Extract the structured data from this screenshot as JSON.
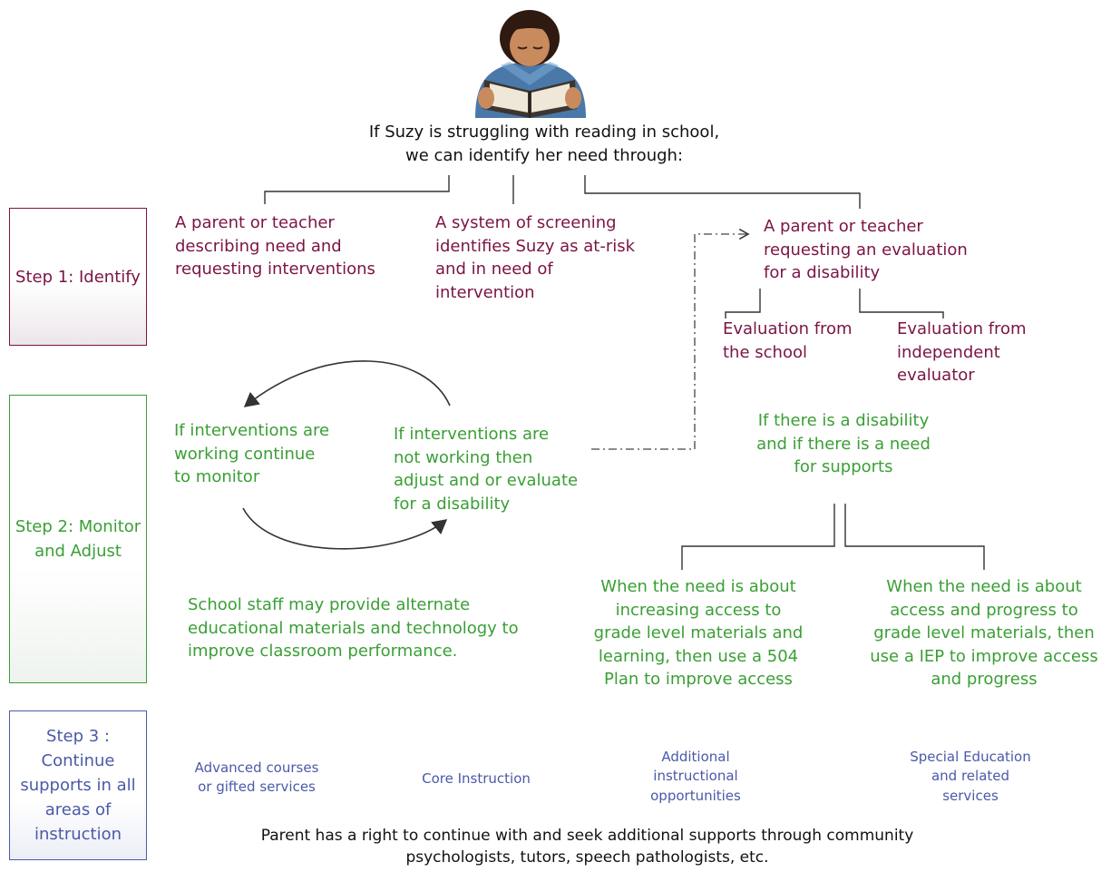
{
  "colors": {
    "identify": "#7b1445",
    "monitor": "#3a9f35",
    "continue": "#4a5aa8",
    "text": "#111111"
  },
  "illustration": {
    "name": "child-reading-book-illustration"
  },
  "intro": "If Suzy is struggling with reading in school,\nwe can identify her need through:",
  "steps": [
    "Step 1: Identify",
    "Step 2: Monitor\nand Adjust",
    "Step 3 :\nContinue\nsupports in all\nareas of\ninstruction"
  ],
  "identify": {
    "parent_teacher_interventions": "A parent or teacher\ndescribing need and\nrequesting interventions",
    "screening": "A system of screening\nidentifies Suzy as at-risk\nand in need of\nintervention",
    "evaluation_request": "A parent or teacher\nrequesting an evaluation\nfor a disability",
    "school_evaluation": "Evaluation from\nthe school",
    "independent_evaluation": "Evaluation from\nindependent\nevaluator"
  },
  "monitor": {
    "working": "If interventions are\nworking continue\nto monitor",
    "not_working": "If interventions are\nnot working then\nadjust and or evaluate\nfor a disability",
    "disability_need": "If  there is a disability\nand if there is a need\nfor supports",
    "alternate_materials": "School staff  may provide alternate\neducational materials and technology to\nimprove classroom performance.",
    "plan_504": "When the need is about\nincreasing access to\ngrade level materials and\nlearning, then use a 504\nPlan to improve access",
    "iep": "When the need is about\naccess and progress to\ngrade level materials, then\nuse a IEP to improve access\nand progress"
  },
  "continue_supports": [
    "Advanced courses\nor gifted services",
    "Core Instruction",
    "Additional\ninstructional\nopportunities",
    "Special Education\nand related\nservices"
  ],
  "footer": "Parent has a right to continue with and seek additional supports through community\npsychologists, tutors, speech pathologists, etc."
}
